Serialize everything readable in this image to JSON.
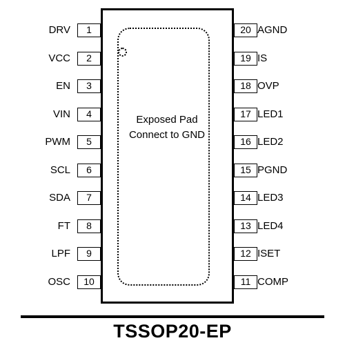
{
  "package": {
    "title": "TSSOP20-EP",
    "pad_line1": "Exposed Pad",
    "pad_line2": "Connect to GND"
  },
  "pins": [
    {
      "num": "1",
      "name": "DRV"
    },
    {
      "num": "2",
      "name": "VCC"
    },
    {
      "num": "3",
      "name": "EN"
    },
    {
      "num": "4",
      "name": "VIN"
    },
    {
      "num": "5",
      "name": "PWM"
    },
    {
      "num": "6",
      "name": "SCL"
    },
    {
      "num": "7",
      "name": "SDA"
    },
    {
      "num": "8",
      "name": "FT"
    },
    {
      "num": "9",
      "name": "LPF"
    },
    {
      "num": "10",
      "name": "OSC"
    },
    {
      "num": "11",
      "name": "COMP"
    },
    {
      "num": "12",
      "name": "ISET"
    },
    {
      "num": "13",
      "name": "LED4"
    },
    {
      "num": "14",
      "name": "LED3"
    },
    {
      "num": "15",
      "name": "PGND"
    },
    {
      "num": "16",
      "name": "LED2"
    },
    {
      "num": "17",
      "name": "LED1"
    },
    {
      "num": "18",
      "name": "OVP"
    },
    {
      "num": "19",
      "name": "IS"
    },
    {
      "num": "20",
      "name": "AGND"
    }
  ]
}
